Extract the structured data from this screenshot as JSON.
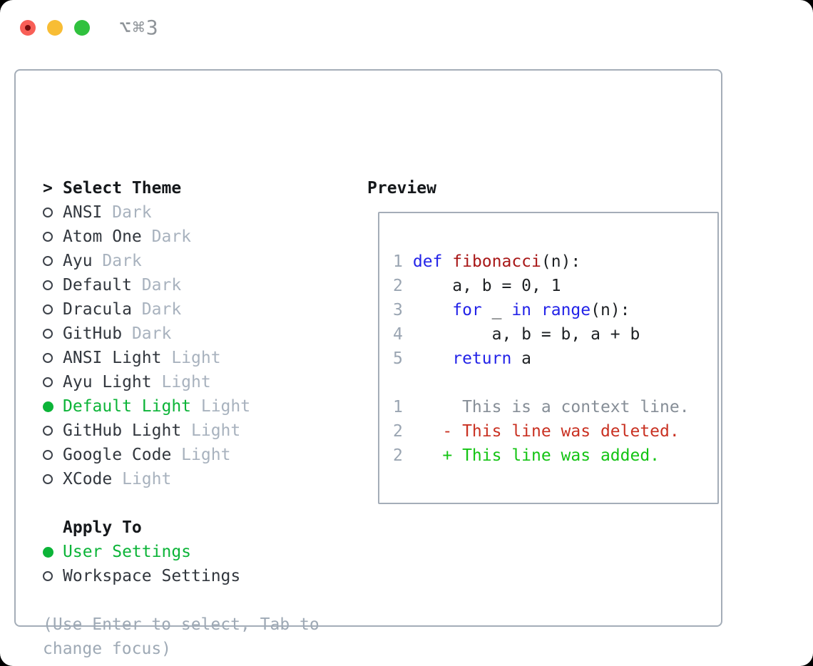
{
  "titlebar": {
    "shortcut": "⌥⌘3"
  },
  "theme_list": {
    "header_prefix": ">",
    "header": "Select Theme",
    "items": [
      {
        "name": "ANSI",
        "variant": "Dark",
        "selected": false
      },
      {
        "name": "Atom One",
        "variant": "Dark",
        "selected": false
      },
      {
        "name": "Ayu",
        "variant": "Dark",
        "selected": false
      },
      {
        "name": "Default",
        "variant": "Dark",
        "selected": false
      },
      {
        "name": "Dracula",
        "variant": "Dark",
        "selected": false
      },
      {
        "name": "GitHub",
        "variant": "Dark",
        "selected": false
      },
      {
        "name": "ANSI Light",
        "variant": "Light",
        "selected": false
      },
      {
        "name": "Ayu Light",
        "variant": "Light",
        "selected": false
      },
      {
        "name": "Default Light",
        "variant": "Light",
        "selected": true
      },
      {
        "name": "GitHub Light",
        "variant": "Light",
        "selected": false
      },
      {
        "name": "Google Code",
        "variant": "Light",
        "selected": false
      },
      {
        "name": "XCode",
        "variant": "Light",
        "selected": false
      }
    ]
  },
  "apply_to": {
    "header": "Apply To",
    "options": [
      {
        "label": "User Settings",
        "selected": true
      },
      {
        "label": "Workspace Settings",
        "selected": false
      }
    ]
  },
  "hint": {
    "lines": [
      "(Use Enter to select, Tab to",
      "change focus)"
    ]
  },
  "preview": {
    "header": "Preview",
    "lines": [
      {
        "num": "1",
        "parts": [
          [
            "def",
            "kw"
          ],
          [
            " ",
            "p"
          ],
          [
            "fibonacci",
            "fn"
          ],
          [
            "(n):",
            "p"
          ]
        ]
      },
      {
        "num": "2",
        "parts": [
          [
            "    a, b = 0, 1",
            "p"
          ]
        ]
      },
      {
        "num": "3",
        "parts": [
          [
            "    ",
            "p"
          ],
          [
            "for",
            "kw"
          ],
          [
            " _ ",
            "p"
          ],
          [
            "in",
            "kw"
          ],
          [
            " ",
            "p"
          ],
          [
            "range",
            "kw"
          ],
          [
            "(n):",
            "p"
          ]
        ]
      },
      {
        "num": "4",
        "parts": [
          [
            "        a, b = b, a + b",
            "p"
          ]
        ]
      },
      {
        "num": "5",
        "parts": [
          [
            "    ",
            "p"
          ],
          [
            "return",
            "kw"
          ],
          [
            " a",
            "p"
          ]
        ]
      },
      {
        "num": "",
        "parts": []
      },
      {
        "num": "1",
        "parts": [
          [
            "     This is a context line.",
            "ctx"
          ]
        ]
      },
      {
        "num": "2",
        "parts": [
          [
            "   - This line was deleted.",
            "del"
          ]
        ]
      },
      {
        "num": "2",
        "parts": [
          [
            "   + This line was added.",
            "add"
          ]
        ]
      }
    ]
  },
  "colors": {
    "window_bg": "#ffffff",
    "panel_border": "#a4adb8",
    "text_primary": "#15181b",
    "text_item": "#32373e",
    "text_muted": "#a8b2be",
    "hint_gray": "#9ea9b5",
    "accent_green": "#0cb438",
    "keyword_blue": "#2323e8",
    "function_red": "#a81717",
    "diff_red": "#c93122",
    "diff_green": "#14c414",
    "context_gray": "#868e97",
    "line_number_gray": "#9aa5b2",
    "shortcut_gray": "#8f9499",
    "traffic_red": "#f85f57",
    "traffic_red_dot": "#750d0d",
    "traffic_yellow": "#f8bd35",
    "traffic_green": "#30c13e"
  }
}
